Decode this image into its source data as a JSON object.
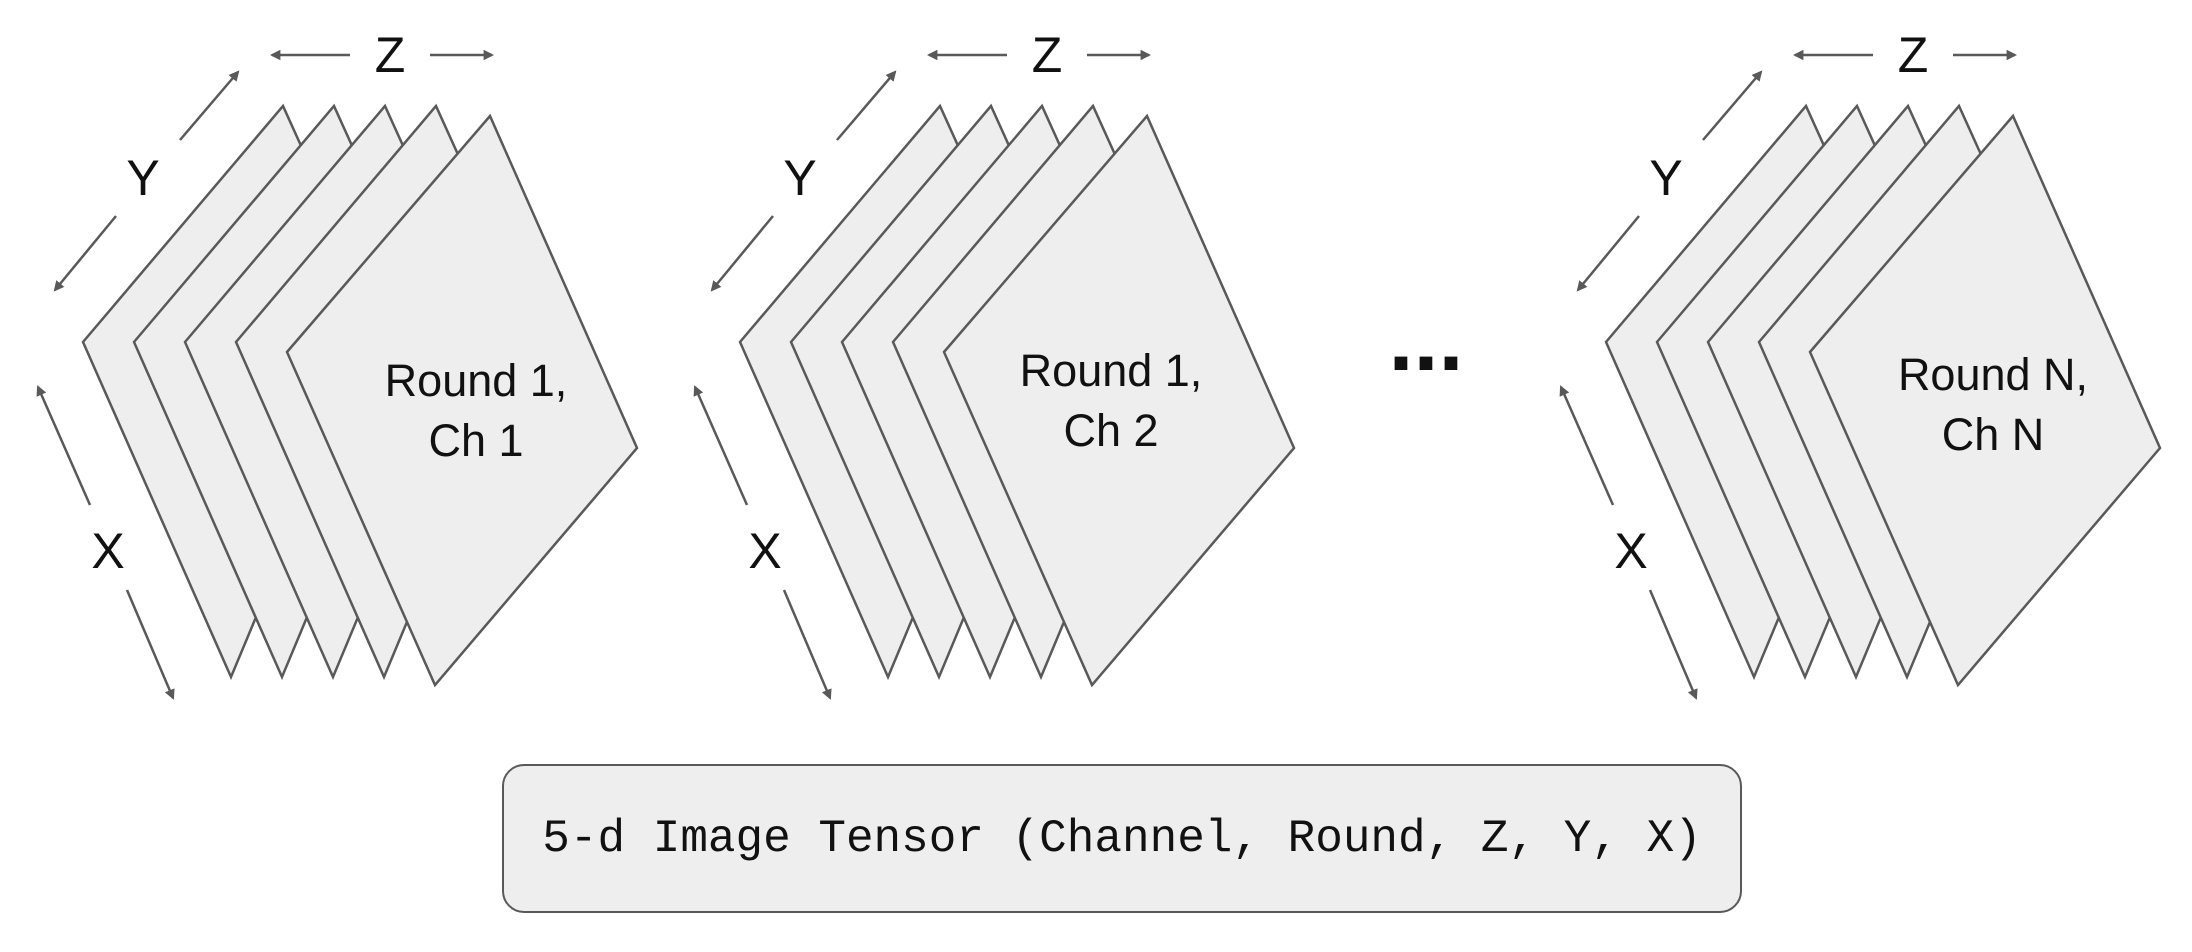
{
  "axes": {
    "z": "Z",
    "y": "Y",
    "x": "X"
  },
  "stacks": [
    {
      "label_line1": "Round 1,",
      "label_line2": "Ch 1",
      "sheet_count": 5
    },
    {
      "label_line1": "Round 1,",
      "label_line2": "Ch 2",
      "sheet_count": 5
    },
    {
      "label_line1": "Round N,",
      "label_line2": "Ch N",
      "sheet_count": 5
    }
  ],
  "ellipsis": "...",
  "tensor_label": "5-d Image Tensor (Channel, Round, Z, Y, X)",
  "colors": {
    "sheet_fill": "#eeeeee",
    "stroke": "#595959",
    "text": "#111111"
  }
}
